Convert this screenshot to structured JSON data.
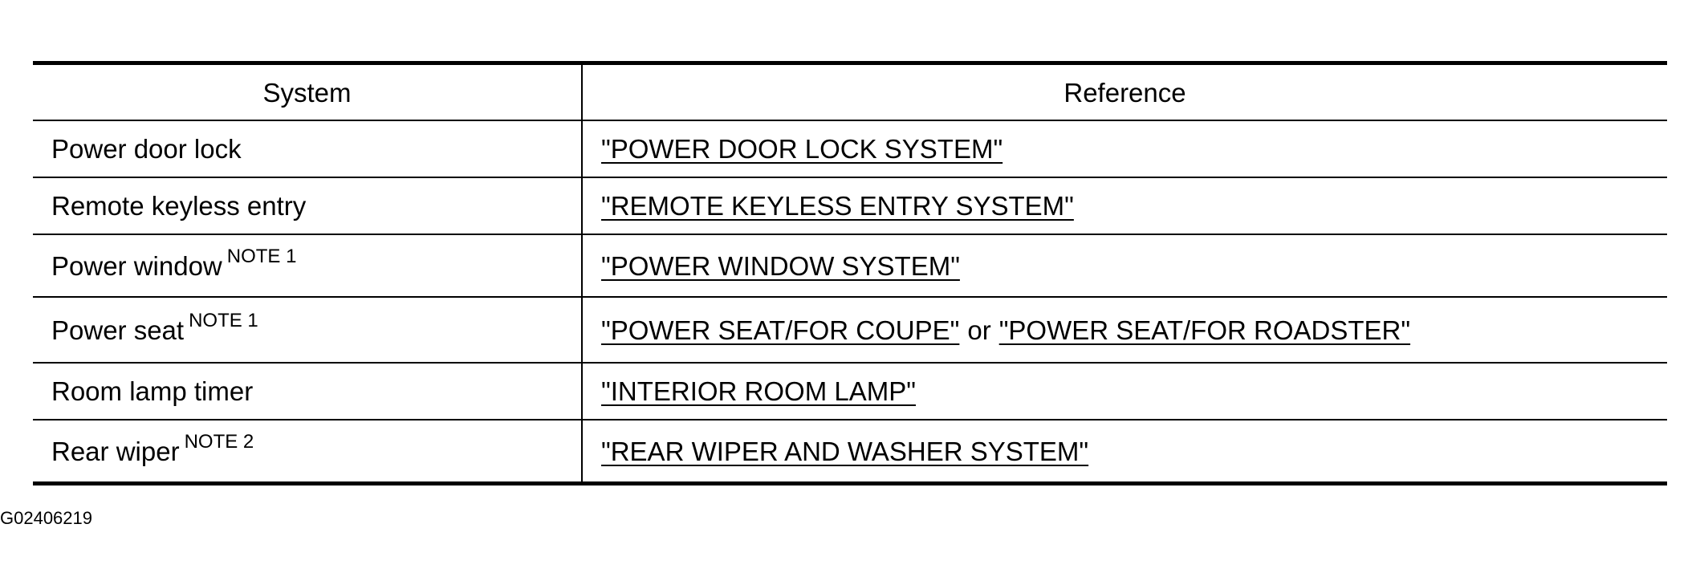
{
  "table": {
    "header": {
      "system": "System",
      "reference": "Reference"
    },
    "rows": [
      {
        "system": "Power door lock",
        "note": "",
        "refs": [
          "\"POWER DOOR LOCK SYSTEM\""
        ],
        "joiner": ""
      },
      {
        "system": "Remote keyless entry",
        "note": "",
        "refs": [
          "\"REMOTE KEYLESS ENTRY SYSTEM\""
        ],
        "joiner": ""
      },
      {
        "system": "Power window",
        "note": "NOTE 1",
        "refs": [
          "\"POWER WINDOW SYSTEM\""
        ],
        "joiner": ""
      },
      {
        "system": "Power seat",
        "note": "NOTE 1",
        "refs": [
          "\"POWER SEAT/FOR COUPE\"",
          "\"POWER SEAT/FOR ROADSTER\""
        ],
        "joiner": "or"
      },
      {
        "system": "Room lamp timer",
        "note": "",
        "refs": [
          "\"INTERIOR ROOM LAMP\""
        ],
        "joiner": ""
      },
      {
        "system": "Rear wiper",
        "note": "NOTE 2",
        "refs": [
          "\"REAR WIPER AND WASHER SYSTEM\""
        ],
        "joiner": ""
      }
    ]
  },
  "figure_code": "G02406219"
}
